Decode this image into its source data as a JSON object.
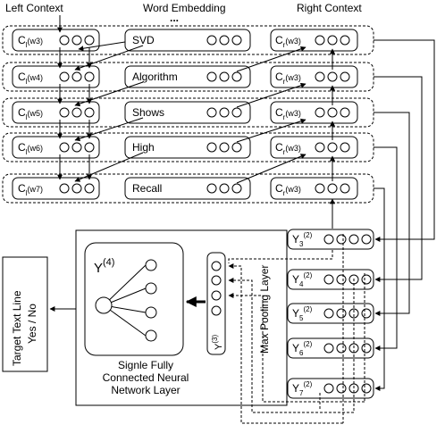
{
  "headers": {
    "left_context": "Left Context",
    "word_embedding": "Word Embedding",
    "ellipsis": "...",
    "right_context": "Right Context"
  },
  "rows": [
    {
      "left_c": "C",
      "left_sub": "l",
      "left_idx": "(w3)",
      "word": "SVD",
      "right_c": "C",
      "right_sub": "r",
      "right_idx": "(w3)"
    },
    {
      "left_c": "C",
      "left_sub": "l",
      "left_idx": "(w4)",
      "word": "Algorithm",
      "right_c": "C",
      "right_sub": "r",
      "right_idx": "(w3)"
    },
    {
      "left_c": "C",
      "left_sub": "l",
      "left_idx": "(w5)",
      "word": "Shows",
      "right_c": "C",
      "right_sub": "r",
      "right_idx": "(w3)"
    },
    {
      "left_c": "C",
      "left_sub": "l",
      "left_idx": "(w6)",
      "word": "High",
      "right_c": "C",
      "right_sub": "r",
      "right_idx": "(w3)"
    },
    {
      "left_c": "C",
      "left_sub": "l",
      "left_idx": "(w7)",
      "word": "Recall",
      "right_c": "C",
      "right_sub": "r",
      "right_idx": "(w3)"
    }
  ],
  "y_vectors": [
    {
      "base": "Y",
      "sub": "3",
      "sup": "(2)"
    },
    {
      "base": "Y",
      "sub": "4",
      "sup": "(2)"
    },
    {
      "base": "Y",
      "sub": "5",
      "sup": "(2)"
    },
    {
      "base": "Y",
      "sub": "6",
      "sup": "(2)"
    },
    {
      "base": "Y",
      "sub": "7",
      "sup": "(2)"
    }
  ],
  "max_pooling_label": "Max Pooling Layer",
  "y3_label": {
    "base": "Y",
    "sup": "(3)"
  },
  "y4_label": {
    "base": "Y",
    "sup": "(4)"
  },
  "fc_caption": [
    "Signle Fully",
    "Connected Neural",
    "Network Layer"
  ],
  "target_label": [
    "Target Text Line",
    "Yes / No"
  ]
}
